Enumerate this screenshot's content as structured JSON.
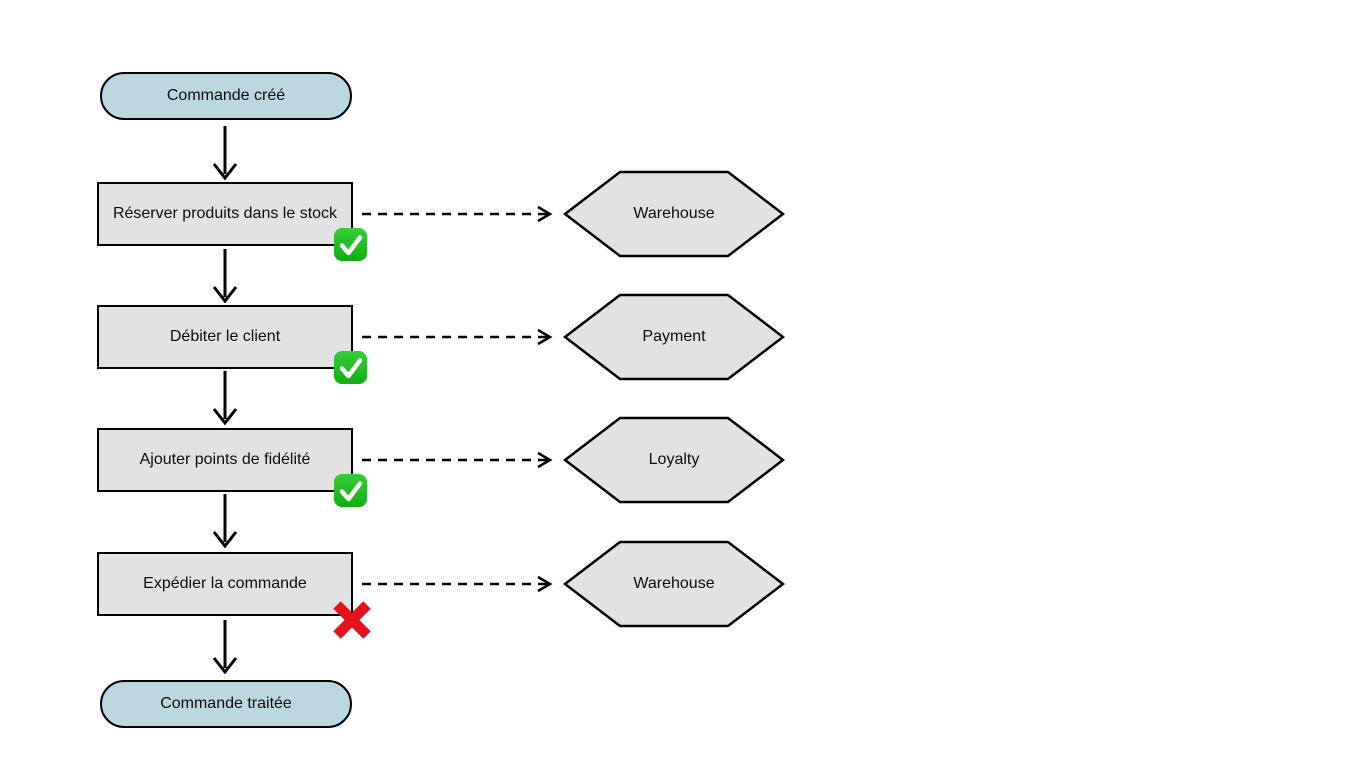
{
  "diagram": {
    "colors": {
      "terminal_fill": "#bdd7e0",
      "node_fill": "#e2e2e2",
      "stroke": "#000000",
      "success_top": "#38cd38",
      "success_bottom": "#10ae10",
      "failure": "#e4121b"
    },
    "start": {
      "label": "Commande créé"
    },
    "end": {
      "label": "Commande traitée"
    },
    "steps": [
      {
        "label": "Réserver produits dans le stock",
        "status": "success",
        "status_icon": "check-icon",
        "service": "Warehouse"
      },
      {
        "label": "Débiter le client",
        "status": "success",
        "status_icon": "check-icon",
        "service": "Payment"
      },
      {
        "label": "Ajouter points de fidélité",
        "status": "success",
        "status_icon": "check-icon",
        "service": "Loyalty"
      },
      {
        "label": "Expédier la commande",
        "status": "failure",
        "status_icon": "cross-icon",
        "service": "Warehouse"
      }
    ]
  }
}
